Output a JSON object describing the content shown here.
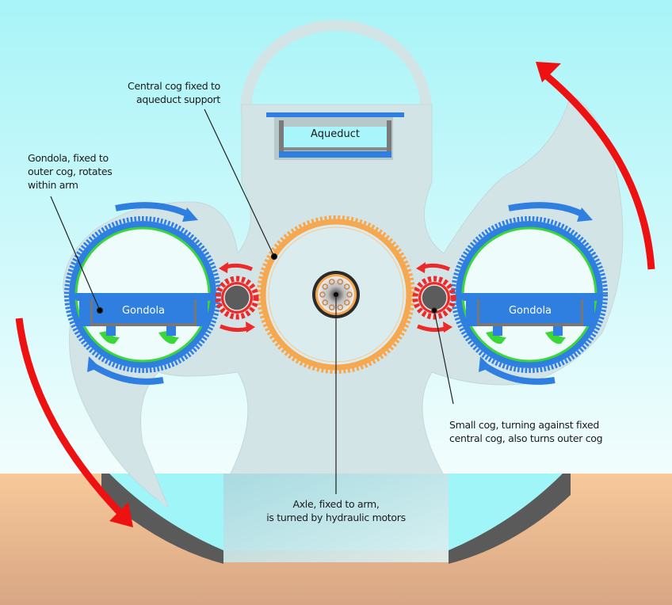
{
  "diagram": {
    "colors": {
      "sky_top": "#a8f4f8",
      "sky_bottom": "#eefcfc",
      "ground_top": "#f7c99a",
      "ground_bottom": "#d9a883",
      "water": "#9ff5f8",
      "basin_wall": "#5a5a5a",
      "arm": "#d3e4e6",
      "central_cog": "#f6a850",
      "outer_cog": "#2f7fe0",
      "inner_ring": "#3ad63a",
      "small_cog": "#ec2a2a",
      "small_cog_hub": "#5c5c5c",
      "gondola": "#2f7fe0",
      "rotation_arrow": "#ee1111",
      "aqueduct_water": "#a8f6fb"
    },
    "components": {
      "aqueduct": "Aqueduct",
      "gondola_left": "Gondola",
      "gondola_right": "Gondola"
    },
    "annotations": {
      "central_cog": [
        "Central cog fixed to",
        "aqueduct support"
      ],
      "gondola": [
        "Gondola, fixed to",
        "outer cog, rotates",
        "within arm"
      ],
      "small_cog": [
        "Small cog, turning against fixed",
        "central cog, also turns outer cog"
      ],
      "axle": [
        "Axle, fixed to arm,",
        "is turned by hydraulic motors"
      ]
    }
  }
}
